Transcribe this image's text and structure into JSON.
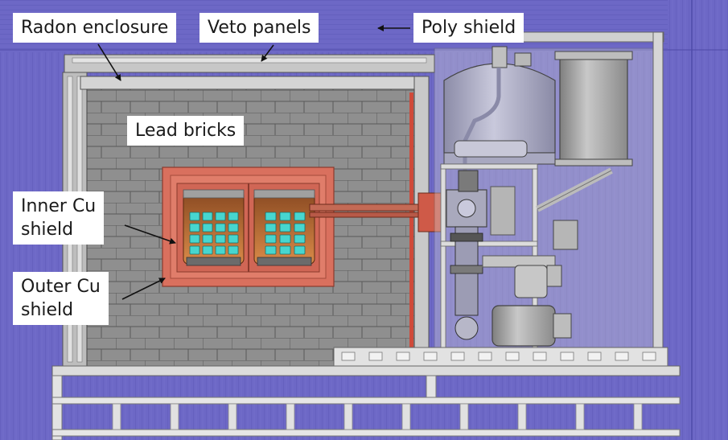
{
  "labels": {
    "radon_enclosure": "Radon enclosure",
    "veto_panels": "Veto panels",
    "poly_shield": "Poly shield",
    "lead_bricks": "Lead bricks",
    "inner_cu_shield": [
      "Inner Cu",
      "shield"
    ],
    "outer_cu_shield": [
      "Outer Cu",
      "shield"
    ]
  },
  "colors": {
    "poly_shield": "#6b66c4",
    "lead_bricks": "#8e8e8e",
    "copper_shield": "#d9705e",
    "detector_crystal": "#47d6cf",
    "metal_frame": "#d2d2d2",
    "steel_parts": "#a9a9bd"
  }
}
